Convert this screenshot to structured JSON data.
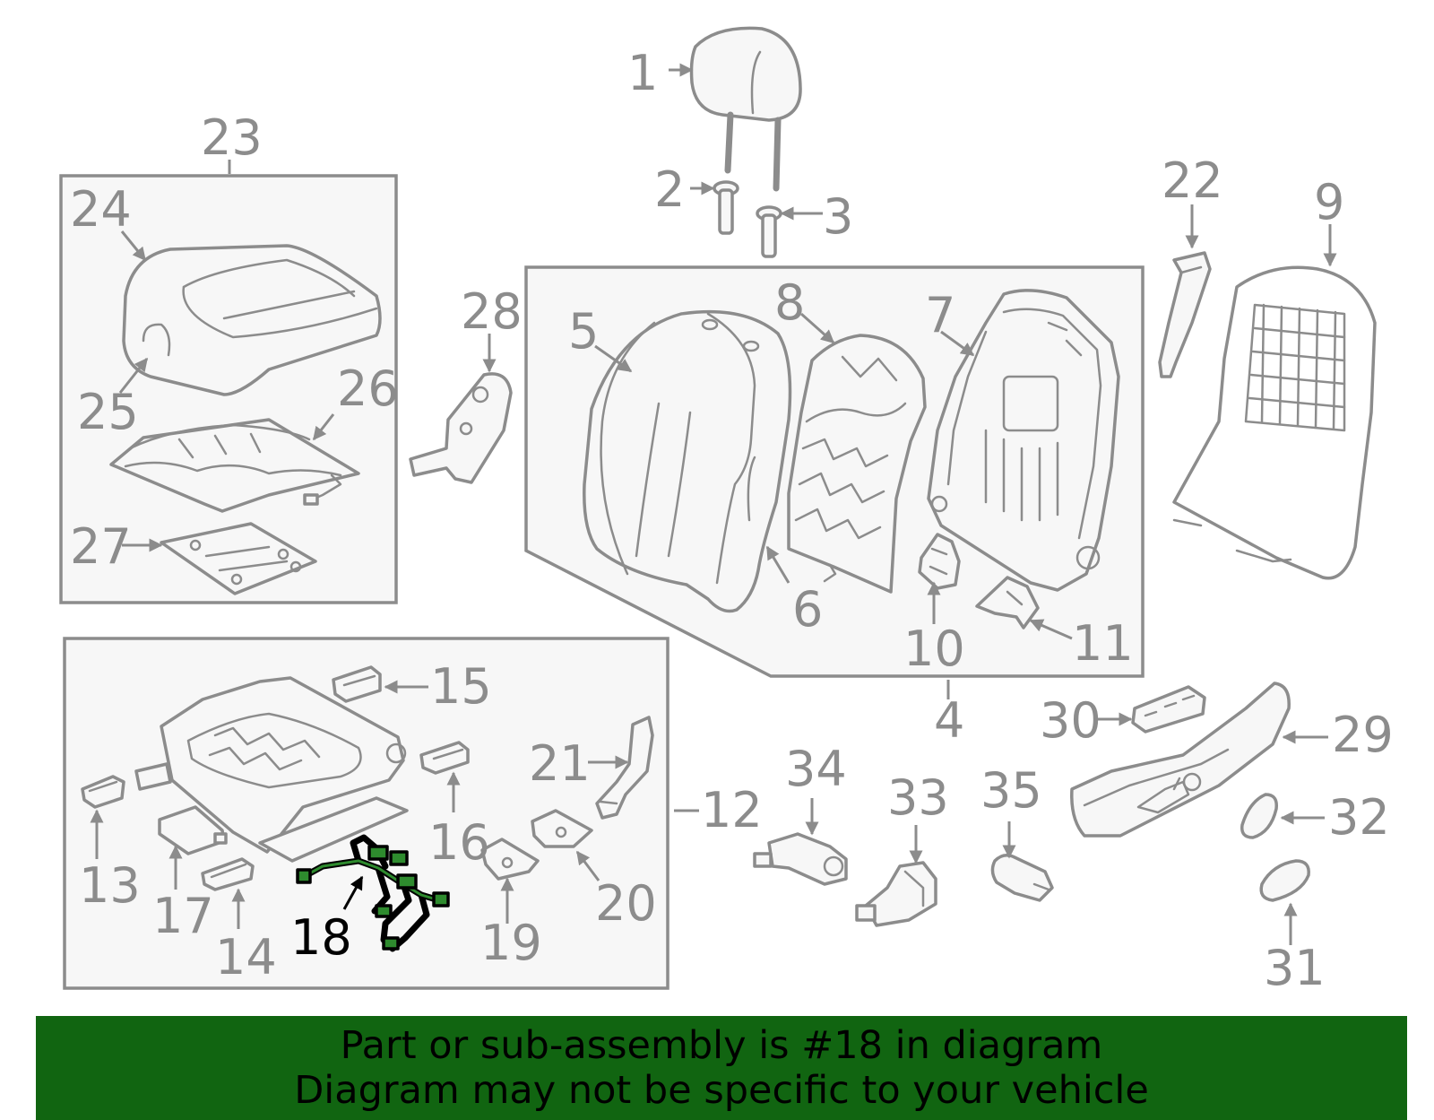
{
  "diagram": {
    "highlighted_part": "18",
    "highlight_color": "#2e8b2e",
    "outline_color": "#8c8c8c",
    "callouts": [
      "1",
      "2",
      "3",
      "4",
      "5",
      "6",
      "7",
      "8",
      "9",
      "10",
      "11",
      "12",
      "13",
      "14",
      "15",
      "16",
      "17",
      "18",
      "19",
      "20",
      "21",
      "22",
      "23",
      "24",
      "25",
      "26",
      "27",
      "28",
      "29",
      "30",
      "31",
      "32",
      "33",
      "34",
      "35"
    ]
  },
  "banner": {
    "line1": "Part or sub-assembly is #18 in diagram",
    "line2": "Diagram may not be specific to your vehicle",
    "background": "#116511"
  }
}
